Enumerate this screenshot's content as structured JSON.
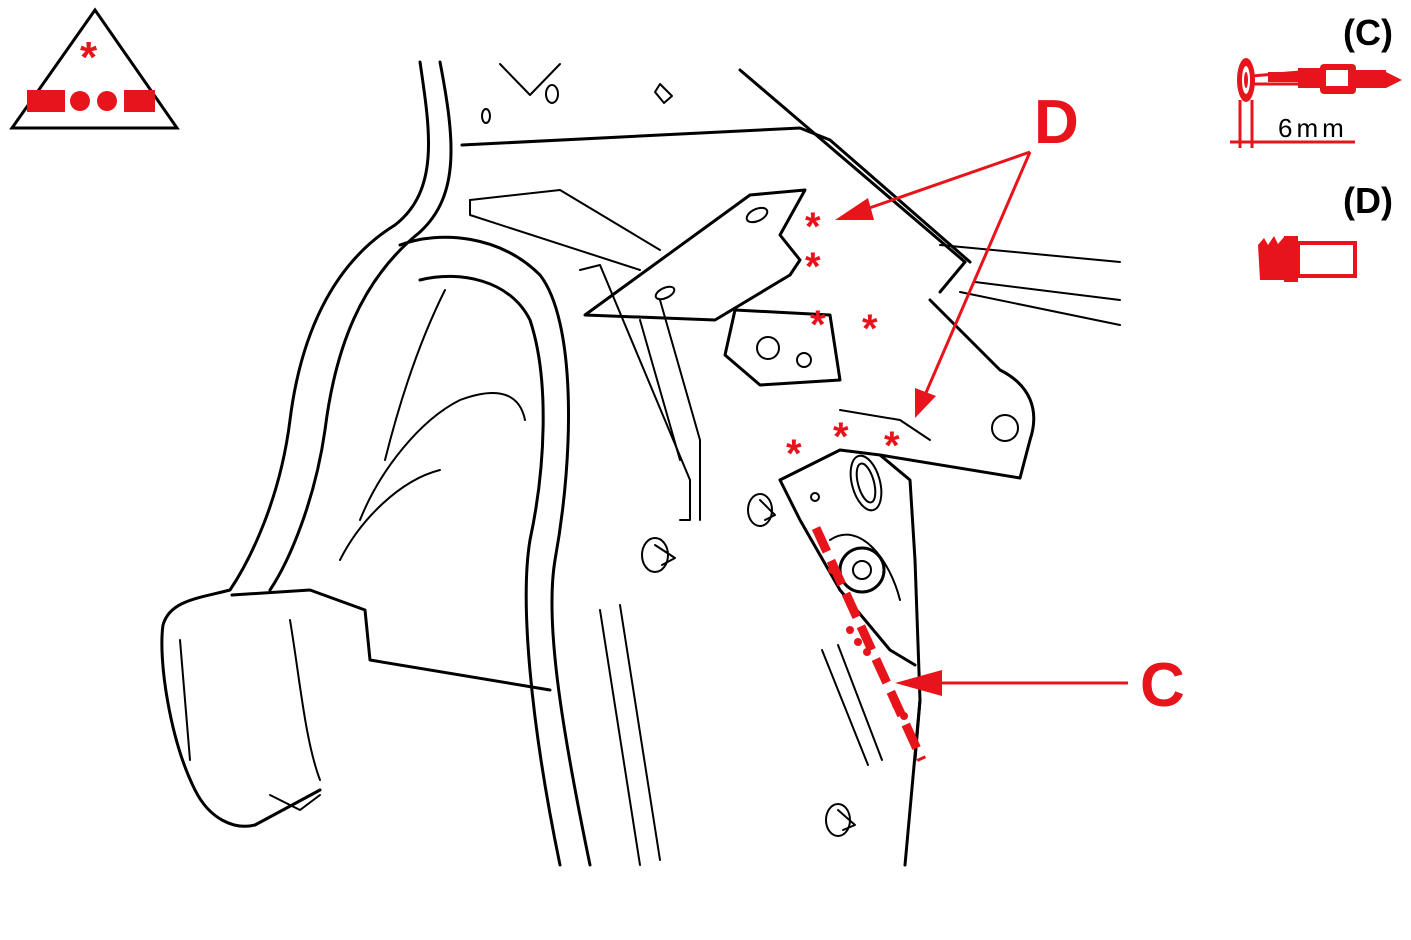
{
  "legend": {
    "symbol": "*",
    "colors": {
      "accent": "#e8141b",
      "ink": "#000000"
    }
  },
  "callouts": {
    "d_main": "D",
    "c_main": "C"
  },
  "tools": {
    "c_heading": "(C)",
    "c_dimension": "6mm",
    "d_heading": "(D)"
  }
}
